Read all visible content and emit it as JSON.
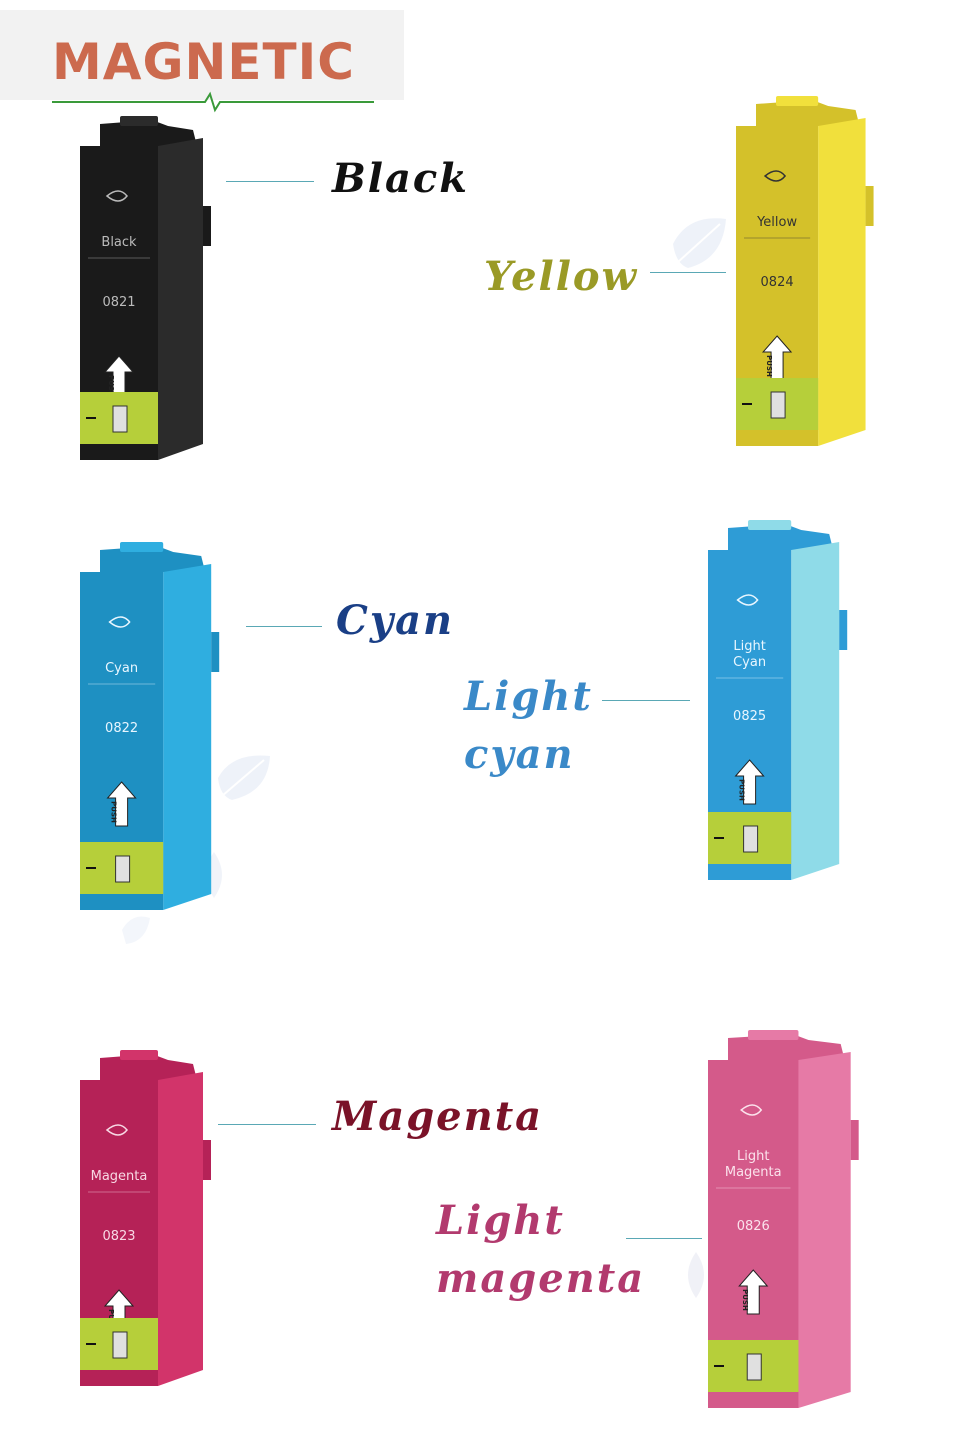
{
  "brand": {
    "logo_text": "MAGNETIC",
    "logo_color": "#cc6a4e",
    "underline_color": "#3a9a3a"
  },
  "connector_color": "#5aa8b5",
  "cartridges": [
    {
      "id": "black",
      "label": "Black",
      "label_color": "#111111",
      "body_color": "#2b2b2b",
      "body_dark": "#1a1a1a",
      "text_color": "#bbbbbb",
      "printed_name": "Black",
      "code": "0821",
      "push_text": "PUSH"
    },
    {
      "id": "yellow",
      "label": "Yellow",
      "label_color": "#9a9a26",
      "body_color": "#f1e03c",
      "body_dark": "#d4c12a",
      "text_color": "#333333",
      "printed_name": "Yellow",
      "code": "0824",
      "push_text": "PUSH"
    },
    {
      "id": "cyan",
      "label": "Cyan",
      "label_color": "#1a3f86",
      "body_color": "#2faee0",
      "body_dark": "#1e90c2",
      "text_color": "#e8f6ff",
      "printed_name": "Cyan",
      "code": "0822",
      "push_text": "PUSH"
    },
    {
      "id": "light-cyan",
      "label_lines": [
        "Light",
        "cyan"
      ],
      "label_color": "#3a89c8",
      "body_color": "#8fdbe8",
      "body_dark": "#2e9cd6",
      "text_color": "#e8f6ff",
      "printed_name_lines": [
        "Light",
        "Cyan"
      ],
      "code": "0825",
      "push_text": "PUSH"
    },
    {
      "id": "magenta",
      "label": "Magenta",
      "label_color": "#7a1228",
      "body_color": "#d2346a",
      "body_dark": "#b52257",
      "text_color": "#f8d8e4",
      "printed_name": "Magenta",
      "code": "0823",
      "push_text": "PUSH"
    },
    {
      "id": "light-magenta",
      "label_lines": [
        "Light",
        "magenta"
      ],
      "label_color": "#b23a6e",
      "body_color": "#e67aa6",
      "body_dark": "#d45a8a",
      "text_color": "#fbe2ec",
      "printed_name_lines": [
        "Light",
        "Magenta"
      ],
      "code": "0826",
      "push_text": "PUSH"
    }
  ]
}
